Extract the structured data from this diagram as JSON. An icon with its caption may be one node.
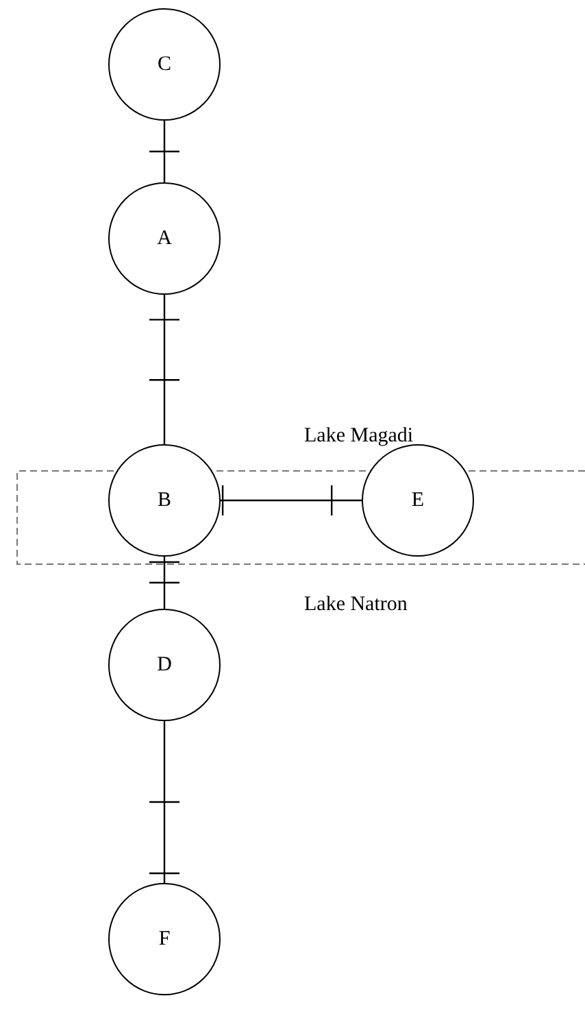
{
  "diagram": {
    "nodes": [
      {
        "text": [
          "C"
        ]
      },
      {
        "text": [
          "A"
        ]
      },
      {
        "text": [
          "B"
        ]
      },
      {
        "text": [
          "E"
        ]
      },
      {
        "text": [
          "D"
        ]
      },
      {
        "text": [
          "F"
        ]
      }
    ],
    "edges": [
      {
        "from": 0,
        "to": 1,
        "arrow": "none"
      },
      {
        "from": 1,
        "to": 2,
        "arrow": "none"
      },
      {
        "from": 2,
        "to": 3,
        "arrow": "none"
      },
      {
        "from": 2,
        "to": 4,
        "arrow": "none"
      },
      {
        "from": 4,
        "to": 5,
        "arrow": "none"
      }
    ],
    "labels": [
      "Lake Magadi",
      "Lake Natron"
    ]
  }
}
